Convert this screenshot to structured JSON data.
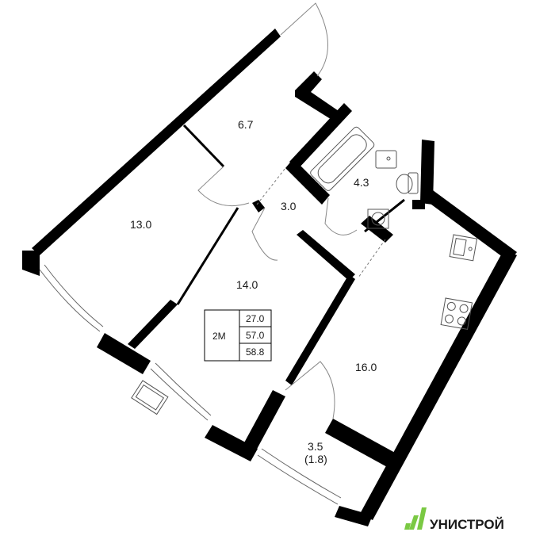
{
  "plan": {
    "rooms": [
      {
        "id": "hall",
        "area": "6.7"
      },
      {
        "id": "bathroom",
        "area": "4.3"
      },
      {
        "id": "bedroom",
        "area": "13.0"
      },
      {
        "id": "corridor",
        "area": "3.0"
      },
      {
        "id": "living",
        "area": "14.0"
      },
      {
        "id": "kitchen",
        "area": "16.0"
      },
      {
        "id": "balcony",
        "area": "3.5",
        "reduced": "(1.8)"
      }
    ],
    "summary": {
      "type": "2М",
      "living_area": "27.0",
      "total_area": "57.0",
      "total_with_balcony": "58.8"
    }
  },
  "brand": {
    "name": "УНИСТРОЙ",
    "color": "#7ac943"
  },
  "colors": {
    "wall": "#000000",
    "thin_line": "#555555",
    "text": "#1a1a1a"
  }
}
